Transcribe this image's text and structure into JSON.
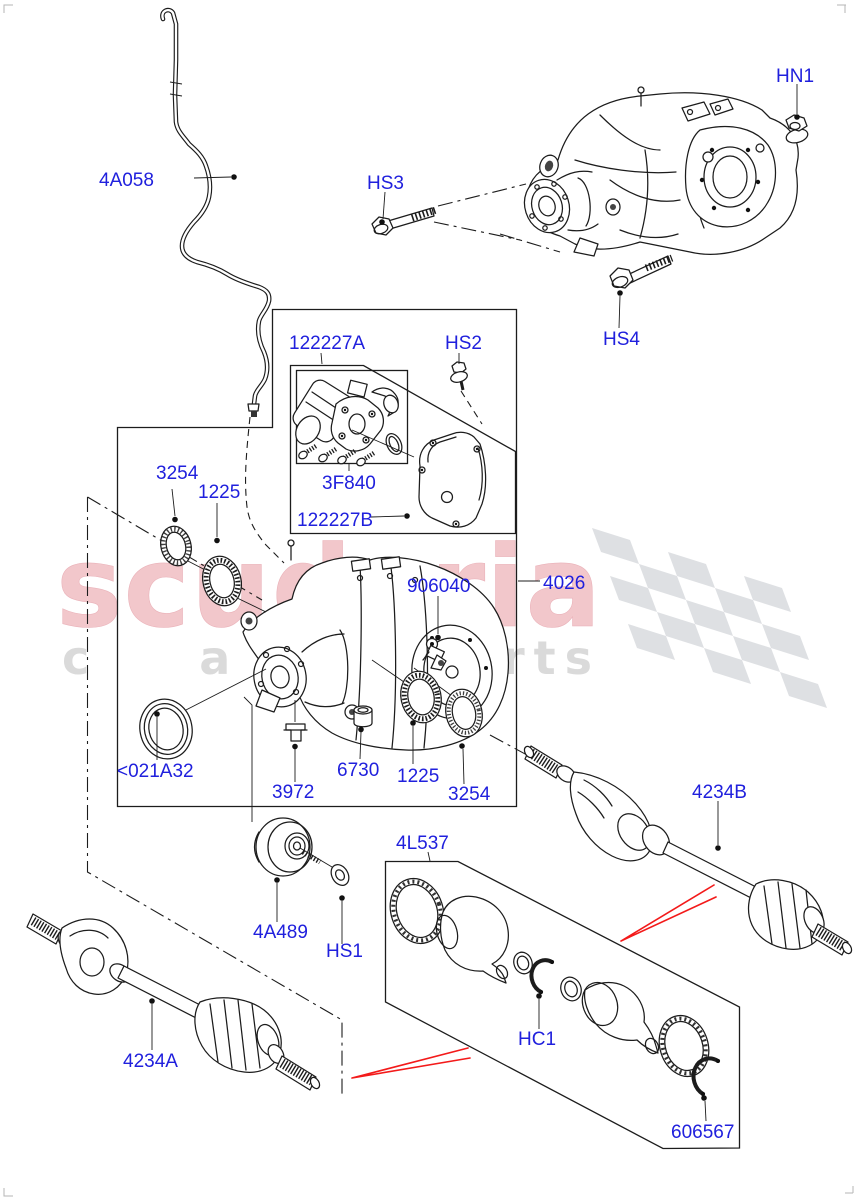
{
  "diagram": {
    "callouts": {
      "p4a058": "4A058",
      "hn1": "HN1",
      "hs3": "HS3",
      "hs4": "HS4",
      "p122227a": "122227A",
      "hs2": "HS2",
      "p3f840": "3F840",
      "p122227b": "122227B",
      "p3254_top": "3254",
      "p1225_top": "1225",
      "p906040": "906040",
      "p4026": "4026",
      "p021a32": "<021A32",
      "p3972": "3972",
      "p6730": "6730",
      "p1225_bottom": "1225",
      "p3254_bottom": "3254",
      "p4234b": "4234B",
      "p4l537": "4L537",
      "p4a489": "4A489",
      "hs1": "HS1",
      "p4234a": "4234A",
      "hc1": "HC1",
      "p606567": "606567"
    }
  },
  "watermark": {
    "brand": "scuderia",
    "tagline_word1": "car",
    "tagline_word2": "parts"
  },
  "colors": {
    "callout_text": "#2020dd",
    "line": "#1c1c1c",
    "arrow_red": "#f31a1a",
    "watermark_pink": "#f2c7cb",
    "watermark_gray": "#dadada",
    "flag_gray": "#d3d5d9"
  }
}
